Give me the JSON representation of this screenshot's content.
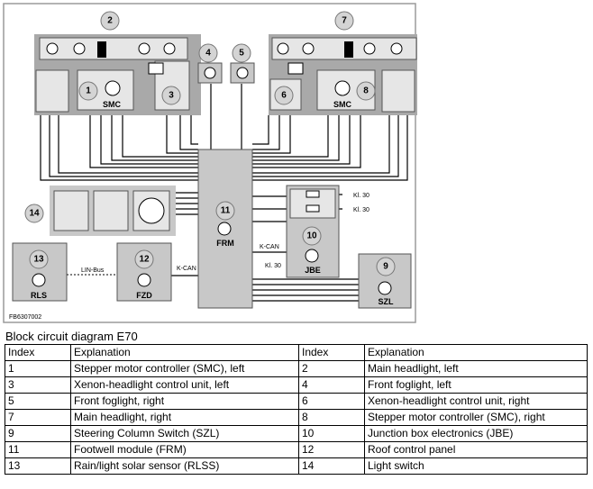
{
  "diagram": {
    "code": "FB6307002",
    "smc_label": "SMC",
    "frm_label": "FRM",
    "jbe_label": "JBE",
    "fzd_label": "FZD",
    "rls_label": "RLS",
    "szl_label": "SZL",
    "kl30_1": "Kl. 30",
    "kl30_2": "Kl. 30",
    "kl30_3": "Kl. 30",
    "kcan_1": "K-CAN",
    "kcan_2": "K-CAN",
    "linbus": "LIN-Bus",
    "numbers": [
      "1",
      "2",
      "3",
      "4",
      "5",
      "6",
      "7",
      "8",
      "9",
      "10",
      "11",
      "12",
      "13",
      "14"
    ]
  },
  "caption": "Block circuit diagram E70",
  "legend": {
    "headers": [
      "Index",
      "Explanation",
      "Index",
      "Explanation"
    ],
    "rows": [
      [
        "1",
        "Stepper motor controller (SMC), left",
        "2",
        "Main headlight, left"
      ],
      [
        "3",
        "Xenon-headlight control unit, left",
        "4",
        "Front foglight, left"
      ],
      [
        "5",
        "Front foglight, right",
        "6",
        "Xenon-headlight control unit, right"
      ],
      [
        "7",
        "Main headlight, right",
        "8",
        "Stepper motor controller (SMC), right"
      ],
      [
        "9",
        "Steering Column Switch (SZL)",
        "10",
        "Junction box electronics (JBE)"
      ],
      [
        "11",
        "Footwell module (FRM)",
        "12",
        "Roof control panel"
      ],
      [
        "13",
        "Rain/light solar sensor (RLSS)",
        "14",
        "Light switch"
      ]
    ]
  },
  "colors": {
    "frame": "#9a9a9a",
    "module_fill": "#c8c8c8",
    "headlight_fill": "#a9a9a9",
    "inner_fill": "#e6e6e6",
    "bubble_fill": "#d4d4d4"
  }
}
